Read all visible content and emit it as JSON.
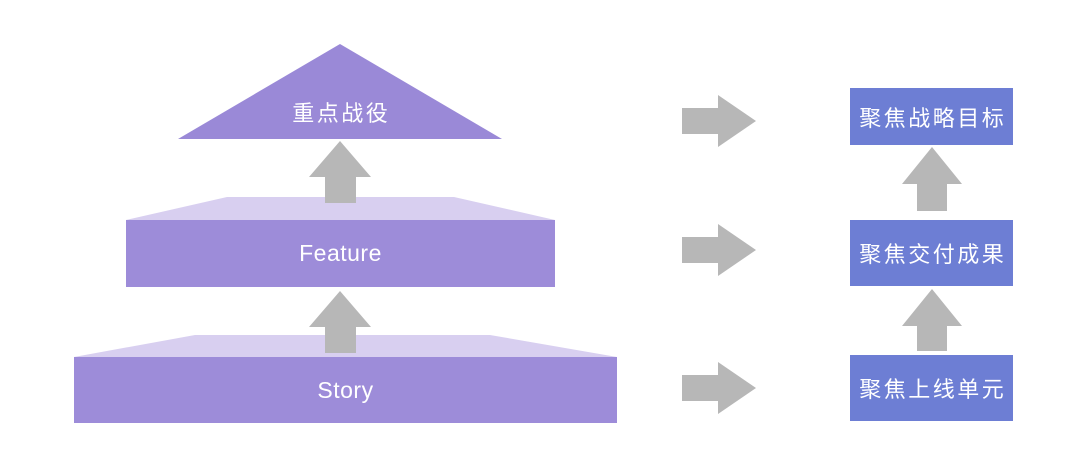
{
  "colors": {
    "triangle_fill": "#9a89d7",
    "pyramid_front": "#9d8cd9",
    "pyramid_top_face": "#d8cff0",
    "focus_box_fill": "#6d7ed4",
    "arrow_fill": "#b7b7b7",
    "label_text": "#ffffff"
  },
  "pyramid": {
    "levels": [
      {
        "id": "campaign",
        "label": "重点战役"
      },
      {
        "id": "feature",
        "label": "Feature"
      },
      {
        "id": "story",
        "label": "Story"
      }
    ]
  },
  "focus_boxes": [
    {
      "label": "聚焦战略目标"
    },
    {
      "label": "聚焦交付成果"
    },
    {
      "label": "聚焦上线单元"
    }
  ],
  "icons": {
    "up_arrow": "filled-up-arrow",
    "right_arrow": "filled-right-arrow"
  }
}
